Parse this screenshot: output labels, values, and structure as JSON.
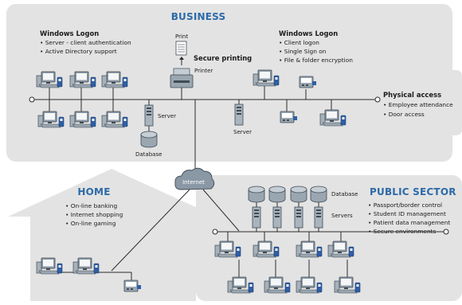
{
  "business": {
    "title": "BUSINESS",
    "windows_logon_left": {
      "heading": "Windows Logon",
      "items": [
        "• Server - client authentication",
        "• Active Directory support"
      ]
    },
    "windows_logon_right": {
      "heading": "Windows Logon",
      "items": [
        "• Client logon",
        "• Single Sign on",
        "• File & folder encryption"
      ]
    },
    "secure_printing": "Secure printing",
    "print_label": "Print",
    "printer_label": "Printer",
    "server_label_left": "Server",
    "server_label_mid": "Server",
    "database_label": "Database"
  },
  "physical_access": {
    "heading": "Physical access",
    "items": [
      "• Employee attendance",
      "• Door access"
    ]
  },
  "internet_label": "Internet",
  "home": {
    "title": "HOME",
    "items": [
      "• On-line banking",
      "• Internet shopping",
      "• On-line gaming"
    ]
  },
  "public_sector": {
    "title": "PUBLIC SECTOR",
    "items": [
      "• Passport/border control",
      "• Student ID management",
      "• Patient data management",
      "• Secure environments"
    ],
    "database_label": "Database",
    "servers_label": "Servers"
  },
  "colors": {
    "panel": "#e3e3e3",
    "title": "#2c6aa8",
    "device": "#6f7f8d",
    "accent": "#2f5fa5",
    "line": "#333333"
  }
}
